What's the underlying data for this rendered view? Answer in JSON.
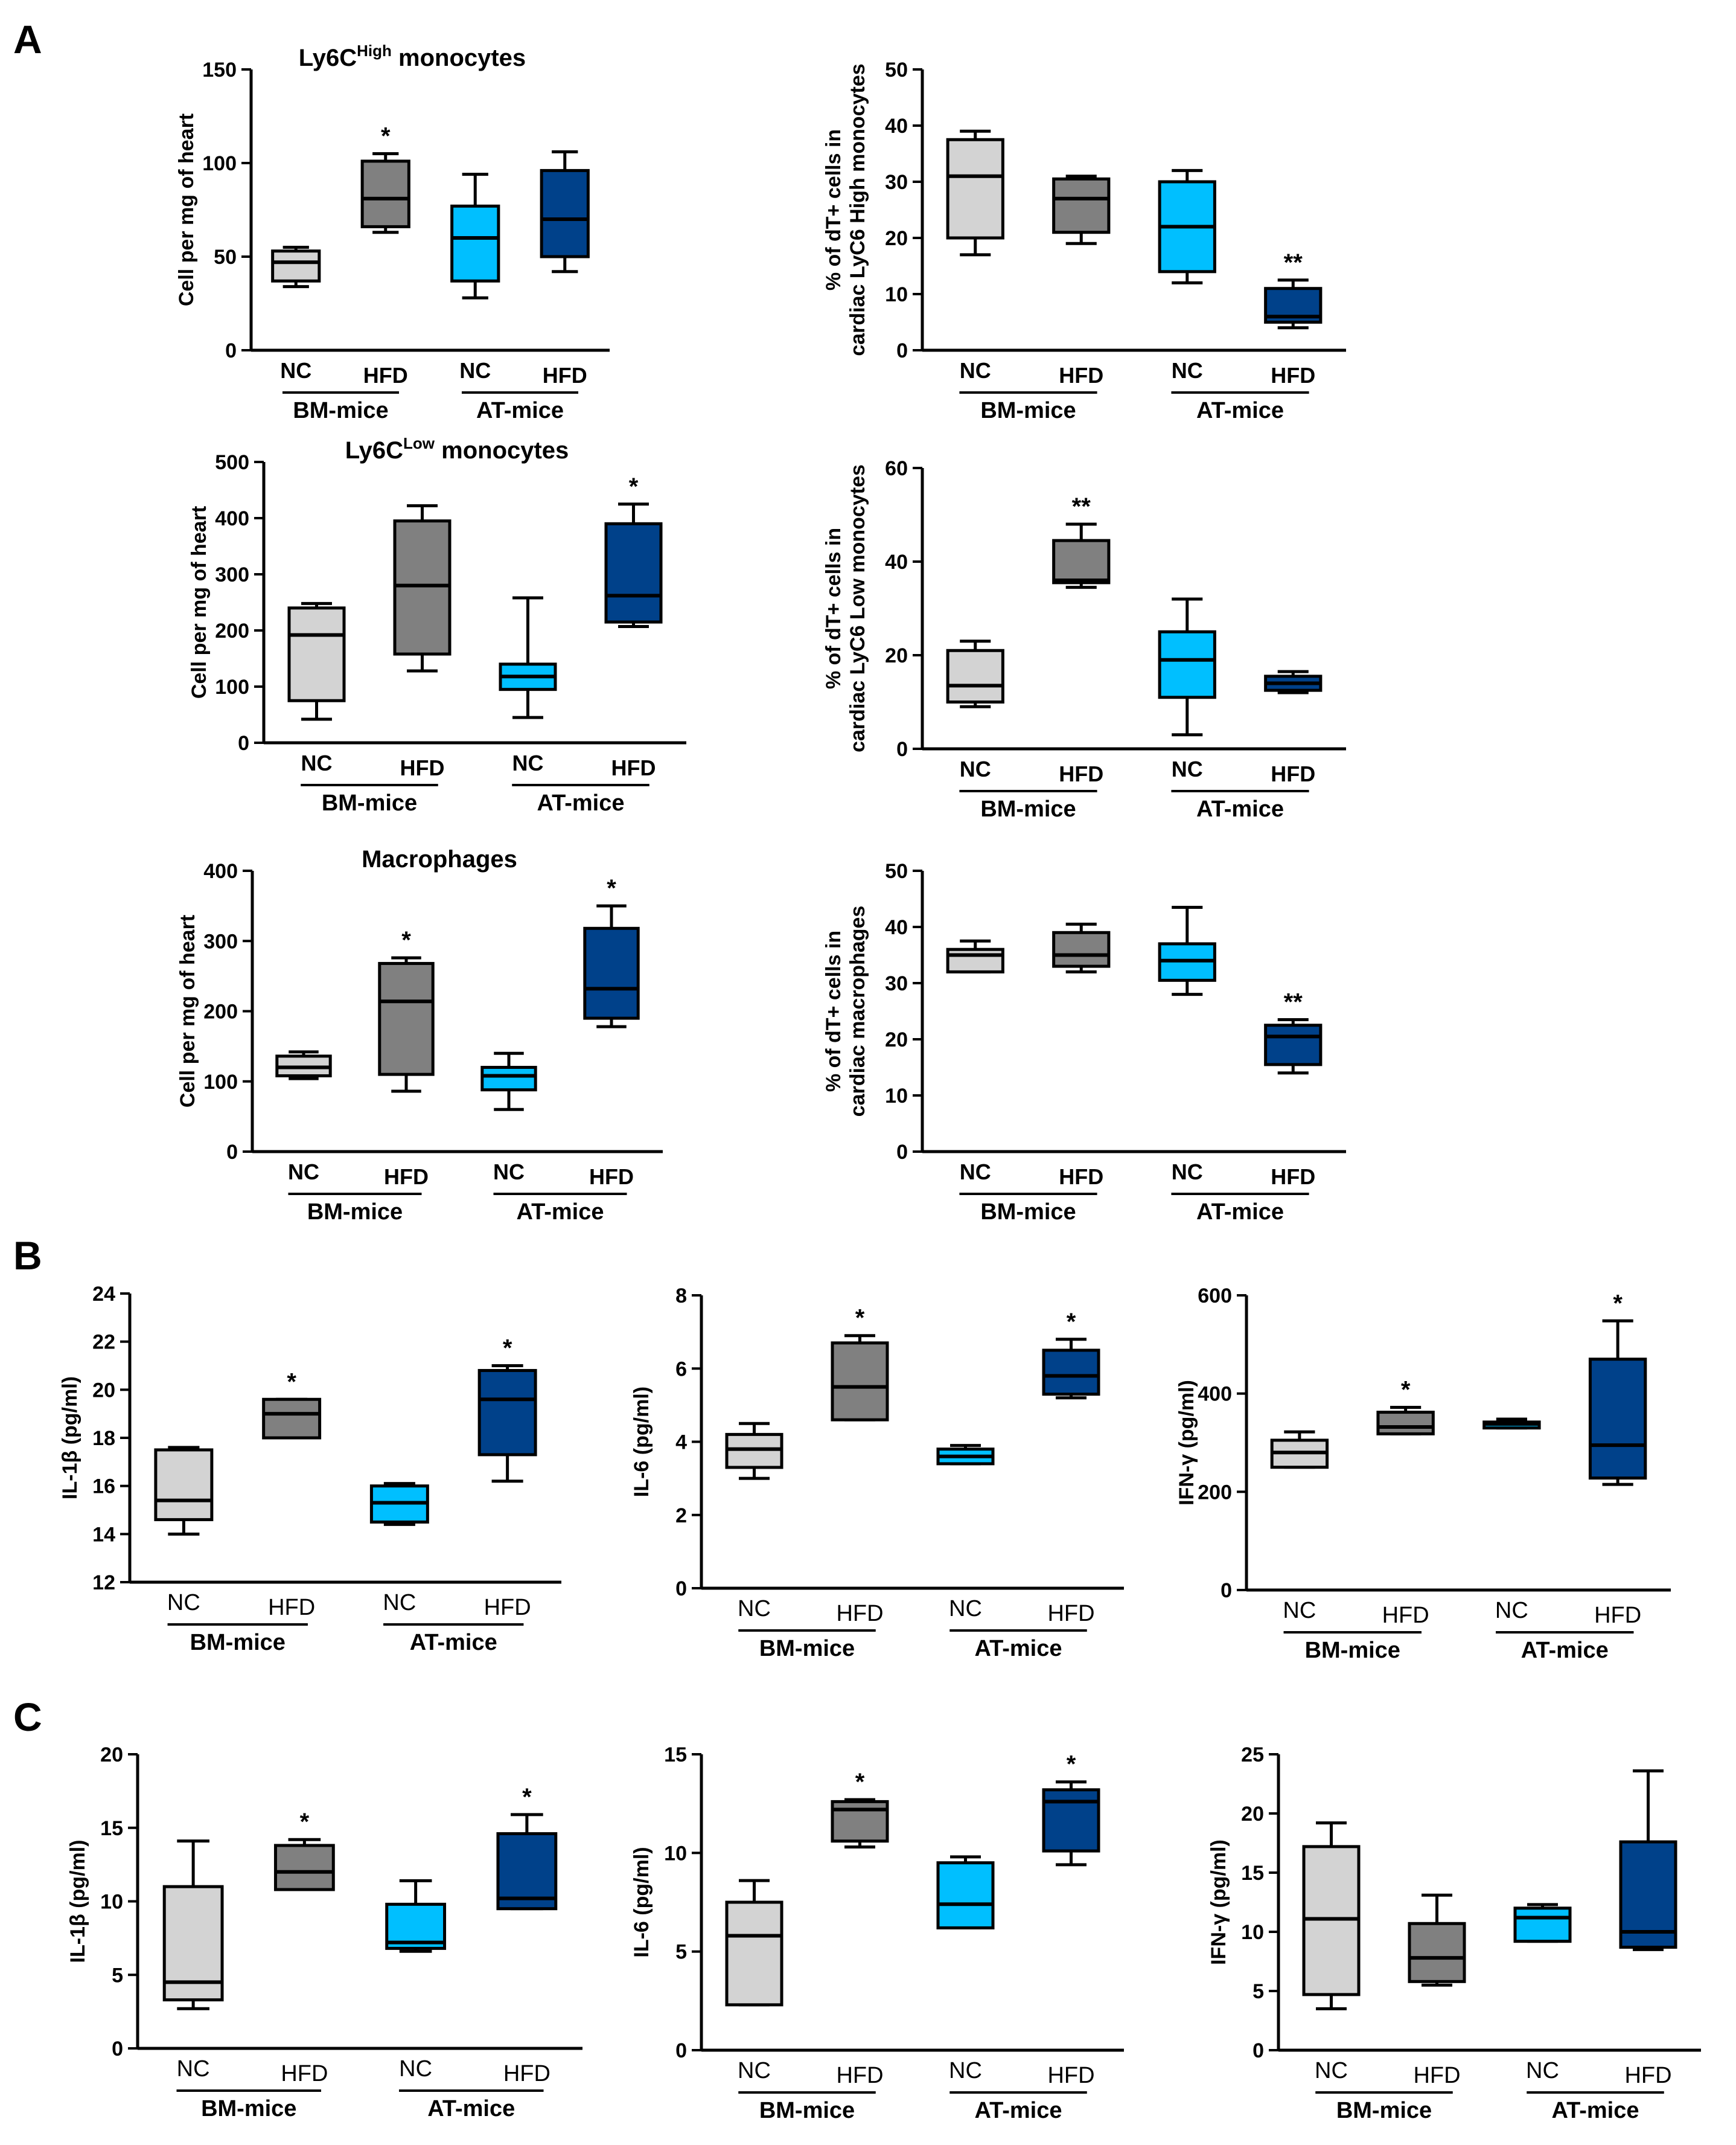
{
  "panel_letters": [
    "A",
    "B",
    "C"
  ],
  "colors": {
    "NC_BM": "#d3d3d3",
    "HFD_BM": "#808080",
    "NC_AT": "#00bfff",
    "HFD_AT": "#00418a"
  },
  "chart_data": [
    {
      "id": "a1",
      "type": "box",
      "title": "Ly6C",
      "title_sup": "High",
      "title_suffix": " monocytes",
      "ylabel_lines": [
        "Cell per mg of heart"
      ],
      "ylim": [
        0,
        150
      ],
      "yticks": [
        0,
        50,
        100,
        150
      ],
      "categories": [
        "NC",
        "HFD",
        "NC",
        "HFD"
      ],
      "groups": [
        "BM-mice",
        "AT-mice"
      ],
      "boxes": [
        {
          "min": 34,
          "q1": 37,
          "median": 47,
          "q3": 53,
          "max": 55
        },
        {
          "min": 63,
          "q1": 66,
          "median": 81,
          "q3": 101,
          "max": 105,
          "sig": "*"
        },
        {
          "min": 28,
          "q1": 37,
          "median": 60,
          "q3": 77,
          "max": 94
        },
        {
          "min": 42,
          "q1": 50,
          "median": 70,
          "q3": 96,
          "max": 106
        }
      ]
    },
    {
      "id": "a2",
      "type": "box",
      "ylabel_lines": [
        "% of dT+ cells in",
        "cardiac LyC6 High monocytes"
      ],
      "ylim": [
        0,
        50
      ],
      "yticks": [
        0,
        10,
        20,
        30,
        40,
        50
      ],
      "categories": [
        "NC",
        "HFD",
        "NC",
        "HFD"
      ],
      "groups": [
        "BM-mice",
        "AT-mice"
      ],
      "boxes": [
        {
          "min": 17,
          "q1": 20,
          "median": 31,
          "q3": 37.5,
          "max": 39
        },
        {
          "min": 19,
          "q1": 21,
          "median": 27,
          "q3": 30.5,
          "max": 31
        },
        {
          "min": 12,
          "q1": 14,
          "median": 22,
          "q3": 30,
          "max": 32
        },
        {
          "min": 4,
          "q1": 5,
          "median": 6,
          "q3": 11,
          "max": 12.5,
          "sig": "**"
        }
      ]
    },
    {
      "id": "a3",
      "type": "box",
      "title": "Ly6C",
      "title_sup": "Low",
      "title_suffix": " monocytes",
      "ylabel_lines": [
        "Cell per mg of heart"
      ],
      "ylim": [
        0,
        500
      ],
      "yticks": [
        0,
        100,
        200,
        300,
        400,
        500
      ],
      "categories": [
        "NC",
        "HFD",
        "NC",
        "HFD"
      ],
      "groups": [
        "BM-mice",
        "AT-mice"
      ],
      "boxes": [
        {
          "min": 42,
          "q1": 75,
          "median": 192,
          "q3": 240,
          "max": 248
        },
        {
          "min": 128,
          "q1": 158,
          "median": 280,
          "q3": 395,
          "max": 422
        },
        {
          "min": 45,
          "q1": 95,
          "median": 118,
          "q3": 140,
          "max": 258
        },
        {
          "min": 207,
          "q1": 215,
          "median": 262,
          "q3": 390,
          "max": 425,
          "sig": "*"
        }
      ]
    },
    {
      "id": "a4",
      "type": "box",
      "ylabel_lines": [
        "% of dT+ cells in",
        "cardiac LyC6 Low monocytes"
      ],
      "ylim": [
        0,
        60
      ],
      "yticks": [
        0,
        20,
        40,
        60
      ],
      "categories": [
        "NC",
        "HFD",
        "NC",
        "HFD"
      ],
      "groups": [
        "BM-mice",
        "AT-mice"
      ],
      "boxes": [
        {
          "min": 9,
          "q1": 10,
          "median": 13.5,
          "q3": 21,
          "max": 23
        },
        {
          "min": 34.5,
          "q1": 35.5,
          "median": 36,
          "q3": 44.5,
          "max": 48,
          "sig": "**"
        },
        {
          "min": 3,
          "q1": 11,
          "median": 19,
          "q3": 25,
          "max": 32
        },
        {
          "min": 12,
          "q1": 12.5,
          "median": 14,
          "q3": 15.5,
          "max": 16.5
        }
      ]
    },
    {
      "id": "a5",
      "type": "box",
      "title": "Macrophages",
      "ylabel_lines": [
        "Cell per mg of heart"
      ],
      "ylim": [
        0,
        400
      ],
      "yticks": [
        0,
        100,
        200,
        300,
        400
      ],
      "categories": [
        "NC",
        "HFD",
        "NC",
        "HFD"
      ],
      "groups": [
        "BM-mice",
        "AT-mice"
      ],
      "boxes": [
        {
          "min": 104,
          "q1": 108,
          "median": 120,
          "q3": 136,
          "max": 142
        },
        {
          "min": 86,
          "q1": 110,
          "median": 214,
          "q3": 268,
          "max": 276,
          "sig": "*"
        },
        {
          "min": 60,
          "q1": 88,
          "median": 108,
          "q3": 120,
          "max": 140
        },
        {
          "min": 178,
          "q1": 190,
          "median": 232,
          "q3": 318,
          "max": 350,
          "sig": "*"
        }
      ]
    },
    {
      "id": "a6",
      "type": "box",
      "ylabel_lines": [
        "% of dT+ cells in",
        "cardiac macrophages"
      ],
      "ylim": [
        0,
        50
      ],
      "yticks": [
        0,
        10,
        20,
        30,
        40,
        50
      ],
      "categories": [
        "NC",
        "HFD",
        "NC",
        "HFD"
      ],
      "groups": [
        "BM-mice",
        "AT-mice"
      ],
      "boxes": [
        {
          "min": 32,
          "q1": 32,
          "median": 35,
          "q3": 36,
          "max": 37.5
        },
        {
          "min": 32,
          "q1": 33,
          "median": 35,
          "q3": 39,
          "max": 40.5
        },
        {
          "min": 28,
          "q1": 30.5,
          "median": 34,
          "q3": 37,
          "max": 43.5
        },
        {
          "min": 14,
          "q1": 15.5,
          "median": 20.5,
          "q3": 22.5,
          "max": 23.5,
          "sig": "**"
        }
      ]
    },
    {
      "id": "b1",
      "type": "box",
      "ylabel_lines": [
        "IL-1β (pg/ml)"
      ],
      "ylim": [
        12,
        24
      ],
      "yticks": [
        12,
        14,
        16,
        18,
        20,
        22,
        24
      ],
      "categories": [
        "NC",
        "HFD",
        "NC",
        "HFD"
      ],
      "groups": [
        "BM-mice",
        "AT-mice"
      ],
      "boxes": [
        {
          "min": 14,
          "q1": 14.6,
          "median": 15.4,
          "q3": 17.5,
          "max": 17.6
        },
        {
          "min": 18,
          "q1": 18,
          "median": 19,
          "q3": 19.6,
          "max": 19.6,
          "sig": "*"
        },
        {
          "min": 14.4,
          "q1": 14.5,
          "median": 15.3,
          "q3": 16,
          "max": 16.1
        },
        {
          "min": 16.2,
          "q1": 17.3,
          "median": 19.6,
          "q3": 20.8,
          "max": 21,
          "sig": "*"
        }
      ]
    },
    {
      "id": "b2",
      "type": "box",
      "ylabel_lines": [
        "IL-6 (pg/ml)"
      ],
      "ylim": [
        0,
        8
      ],
      "yticks": [
        0,
        2,
        4,
        6,
        8
      ],
      "categories": [
        "NC",
        "HFD",
        "NC",
        "HFD"
      ],
      "groups": [
        "BM-mice",
        "AT-mice"
      ],
      "boxes": [
        {
          "min": 3,
          "q1": 3.3,
          "median": 3.8,
          "q3": 4.2,
          "max": 4.5
        },
        {
          "min": 4.6,
          "q1": 4.6,
          "median": 5.5,
          "q3": 6.7,
          "max": 6.9,
          "sig": "*"
        },
        {
          "min": 3.4,
          "q1": 3.4,
          "median": 3.6,
          "q3": 3.8,
          "max": 3.9
        },
        {
          "min": 5.2,
          "q1": 5.3,
          "median": 5.8,
          "q3": 6.5,
          "max": 6.8,
          "sig": "*"
        }
      ]
    },
    {
      "id": "b3",
      "type": "box",
      "ylabel_lines": [
        "IFN-γ (pg/ml)"
      ],
      "ylim": [
        0,
        600
      ],
      "yticks": [
        0,
        200,
        400,
        600
      ],
      "categories": [
        "NC",
        "HFD",
        "NC",
        "HFD"
      ],
      "groups": [
        "BM-mice",
        "AT-mice"
      ],
      "boxes": [
        {
          "min": 250,
          "q1": 250,
          "median": 280,
          "q3": 305,
          "max": 322
        },
        {
          "min": 318,
          "q1": 318,
          "median": 332,
          "q3": 362,
          "max": 372,
          "sig": "*"
        },
        {
          "min": 330,
          "q1": 330,
          "median": 338,
          "q3": 342,
          "max": 348
        },
        {
          "min": 215,
          "q1": 228,
          "median": 295,
          "q3": 470,
          "max": 548,
          "sig": "*"
        }
      ]
    },
    {
      "id": "c1",
      "type": "box",
      "ylabel_lines": [
        "IL-1β (pg/ml)"
      ],
      "ylim": [
        0,
        20
      ],
      "yticks": [
        0,
        5,
        10,
        15,
        20
      ],
      "categories": [
        "NC",
        "HFD",
        "NC",
        "HFD"
      ],
      "groups": [
        "BM-mice",
        "AT-mice"
      ],
      "boxes": [
        {
          "min": 2.7,
          "q1": 3.3,
          "median": 4.5,
          "q3": 11,
          "max": 14.1
        },
        {
          "min": 10.8,
          "q1": 10.8,
          "median": 12,
          "q3": 13.8,
          "max": 14.2,
          "sig": "*"
        },
        {
          "min": 6.6,
          "q1": 6.8,
          "median": 7.2,
          "q3": 9.8,
          "max": 11.4
        },
        {
          "min": 9.5,
          "q1": 9.5,
          "median": 10.2,
          "q3": 14.6,
          "max": 15.9,
          "sig": "*"
        }
      ]
    },
    {
      "id": "c2",
      "type": "box",
      "ylabel_lines": [
        "IL-6 (pg/ml)"
      ],
      "ylim": [
        0,
        15
      ],
      "yticks": [
        0,
        5,
        10,
        15
      ],
      "categories": [
        "NC",
        "HFD",
        "NC",
        "HFD"
      ],
      "groups": [
        "BM-mice",
        "AT-mice"
      ],
      "boxes": [
        {
          "min": 2.3,
          "q1": 2.3,
          "median": 5.8,
          "q3": 7.5,
          "max": 8.6
        },
        {
          "min": 10.3,
          "q1": 10.6,
          "median": 12.2,
          "q3": 12.6,
          "max": 12.7,
          "sig": "*"
        },
        {
          "min": 6.2,
          "q1": 6.2,
          "median": 7.4,
          "q3": 9.5,
          "max": 9.8
        },
        {
          "min": 9.4,
          "q1": 10.1,
          "median": 12.6,
          "q3": 13.2,
          "max": 13.6,
          "sig": "*"
        }
      ]
    },
    {
      "id": "c3",
      "type": "box",
      "ylabel_lines": [
        "IFN-γ (pg/ml)"
      ],
      "ylim": [
        0,
        25
      ],
      "yticks": [
        0,
        5,
        10,
        15,
        20,
        25
      ],
      "categories": [
        "NC",
        "HFD",
        "NC",
        "HFD"
      ],
      "groups": [
        "BM-mice",
        "AT-mice"
      ],
      "boxes": [
        {
          "min": 3.5,
          "q1": 4.7,
          "median": 11.1,
          "q3": 17.2,
          "max": 19.2
        },
        {
          "min": 5.5,
          "q1": 5.8,
          "median": 7.8,
          "q3": 10.7,
          "max": 13.1
        },
        {
          "min": 9.2,
          "q1": 9.2,
          "median": 11.2,
          "q3": 12,
          "max": 12.3
        },
        {
          "min": 8.5,
          "q1": 8.7,
          "median": 10,
          "q3": 17.6,
          "max": 23.6
        }
      ]
    }
  ]
}
